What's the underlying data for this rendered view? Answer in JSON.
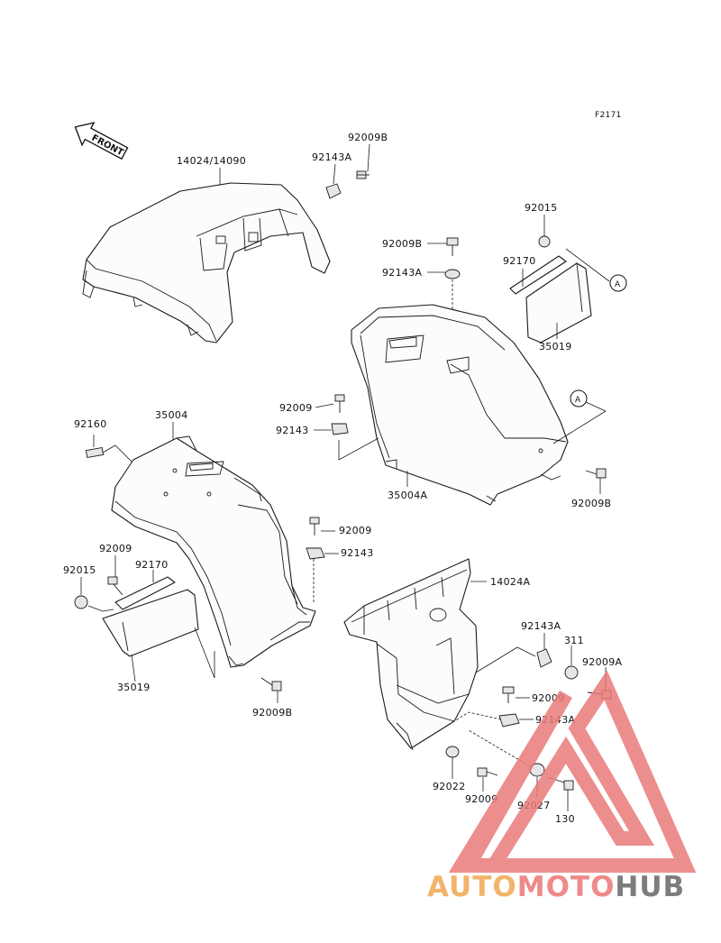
{
  "figure_code": "F2171",
  "front_arrow_label": "FRONT",
  "callout_ref": "A",
  "parts": {
    "p14024_14090": "14024/14090",
    "p92143A_top": "92143A",
    "p92009B_top": "92009B",
    "p92015_right": "92015",
    "p92009B_mid": "92009B",
    "p92143A_mid": "92143A",
    "p92170_right": "92170",
    "p35019_right": "35019",
    "p92009_mid": "92009",
    "p92143_mid": "92143",
    "p35004A": "35004A",
    "p92009B_right": "92009B",
    "p92160": "92160",
    "p35004": "35004",
    "p92009_left": "92009",
    "p92143_left": "92143",
    "p92009_leftb": "92009",
    "p92015_left": "92015",
    "p92170_left": "92170",
    "p35019_left": "35019",
    "p92009B_bottom": "92009B",
    "p14024A": "14024A",
    "p92143A_low": "92143A",
    "p311": "311",
    "p92009A": "92009A",
    "p92009_low": "92009",
    "p92143A_low2": "92143A",
    "p92022": "92022",
    "p92009_bottom": "92009",
    "p92027": "92027",
    "p130": "130"
  },
  "watermark": {
    "part1": "AUTO",
    "part2": "MOTO",
    "part3": "HUB",
    "color1": "#f2b36b",
    "color2": "#ee8a8a",
    "color3": "#7d7d7d",
    "triangle_color": "#e97a7a"
  }
}
